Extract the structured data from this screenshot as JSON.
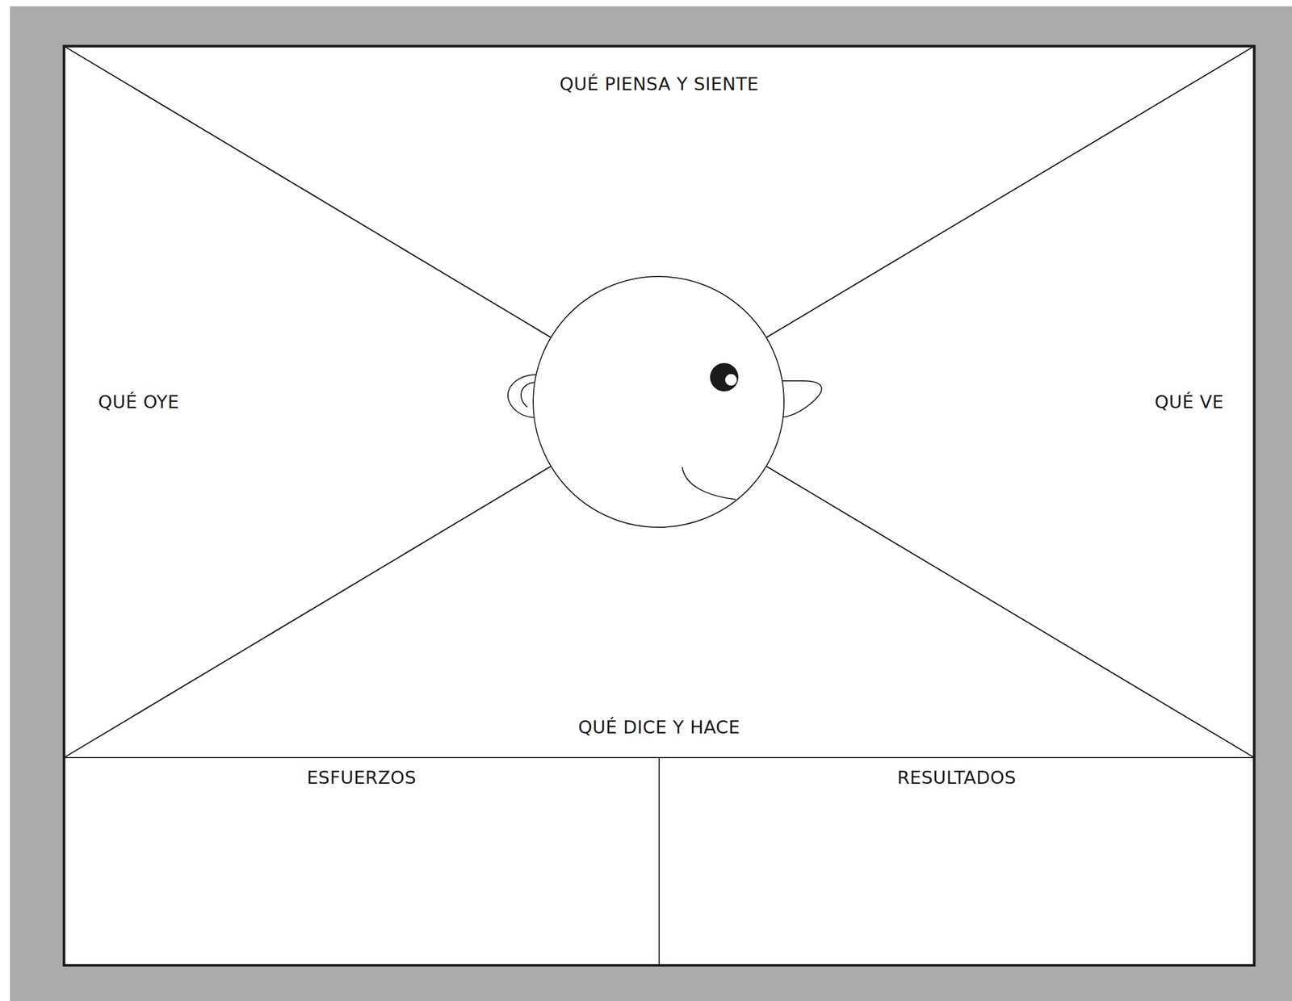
{
  "diagram": {
    "nodes": [
      {
        "text": [
          "QUÉ PIENSA Y SIENTE"
        ]
      },
      {
        "text": [
          "QUÉ OYE"
        ]
      },
      {
        "text": [
          "QUÉ VE"
        ]
      },
      {
        "text": [
          "QUÉ DICE Y HACE"
        ]
      },
      {
        "text": [
          "ESFUERZOS"
        ]
      },
      {
        "text": [
          "RESULTADOS"
        ]
      }
    ]
  }
}
